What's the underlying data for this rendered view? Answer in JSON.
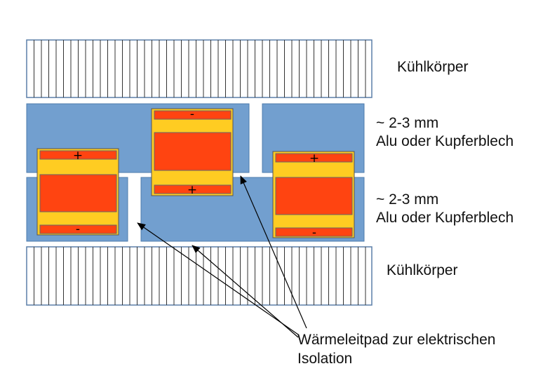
{
  "colors": {
    "heatsink_fill": "#ffffff",
    "heatsink_stroke": "#5b7fa8",
    "heatsink_fin": "#333333",
    "plate_fill": "#729fcf",
    "plate_stroke": "#4f7cae",
    "cell_body": "#ffcc22",
    "cell_core": "#ff4411",
    "cell_stroke": "#555555",
    "arrow": "#000000"
  },
  "labels": {
    "heatsink_top": "Kühlkörper",
    "plate_top_thickness": "~ 2-3 mm",
    "plate_top_material": "Alu oder Kupferblech",
    "plate_bottom_thickness": "~ 2-3 mm",
    "plate_bottom_material": "Alu oder Kupferblech",
    "heatsink_bottom": "Kühlkörper",
    "pad_line1": "Wärmeleitpad zur elektrischen",
    "pad_line2": "Isolation"
  },
  "cells": [
    {
      "name": "left",
      "top_sign": "+",
      "bottom_sign": "-"
    },
    {
      "name": "middle",
      "top_sign": "-",
      "bottom_sign": "+"
    },
    {
      "name": "right",
      "top_sign": "+",
      "bottom_sign": "-"
    }
  ]
}
